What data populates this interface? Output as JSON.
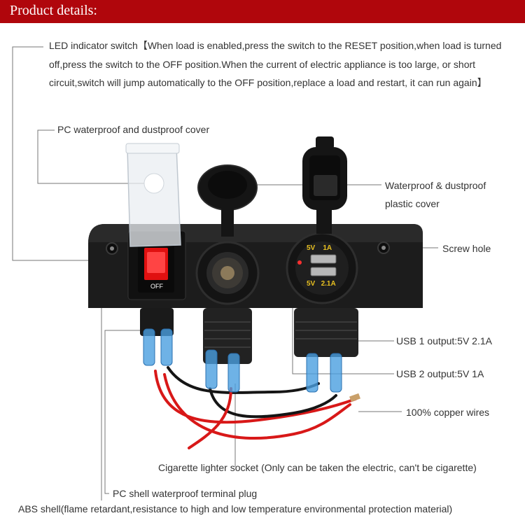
{
  "header": {
    "title": "Product details:"
  },
  "labels": {
    "led_switch": "LED indicator switch【When load is enabled,press the switch to the RESET position,when load is turned off,press the switch to the OFF position.When the current of electric appliance is too large, or short circuit,switch will jump automatically to the OFF position,replace a load and restart, it can run again】",
    "pc_cover": "PC waterproof and dustproof cover",
    "waterproof_cover_line1": "Waterproof & dustproof",
    "waterproof_cover_line2": "plastic cover",
    "screw_hole": "Screw hole",
    "usb1": "USB 1 output:5V 2.1A",
    "usb2": "USB 2 output:5V 1A",
    "copper_wires": "100% copper wires",
    "cigarette_socket": "Cigarette lighter socket (Only can be taken the electric, can't be cigarette)",
    "terminal_plug": "PC shell waterproof terminal plug",
    "abs_shell": "ABS shell(flame retardant,resistance to high and low temperature environmental protection material)"
  },
  "device": {
    "switch_off_text": "OFF",
    "usb_top_text": "5V    1A",
    "usb_bottom_text": "5V   2.1A"
  },
  "colors": {
    "header_bg": "#b0060c",
    "panel": "#1c1c1c",
    "switch_red": "#e01010",
    "wire_red": "#d81818",
    "wire_black": "#151515",
    "terminal_blue": "#4a9fe0"
  }
}
